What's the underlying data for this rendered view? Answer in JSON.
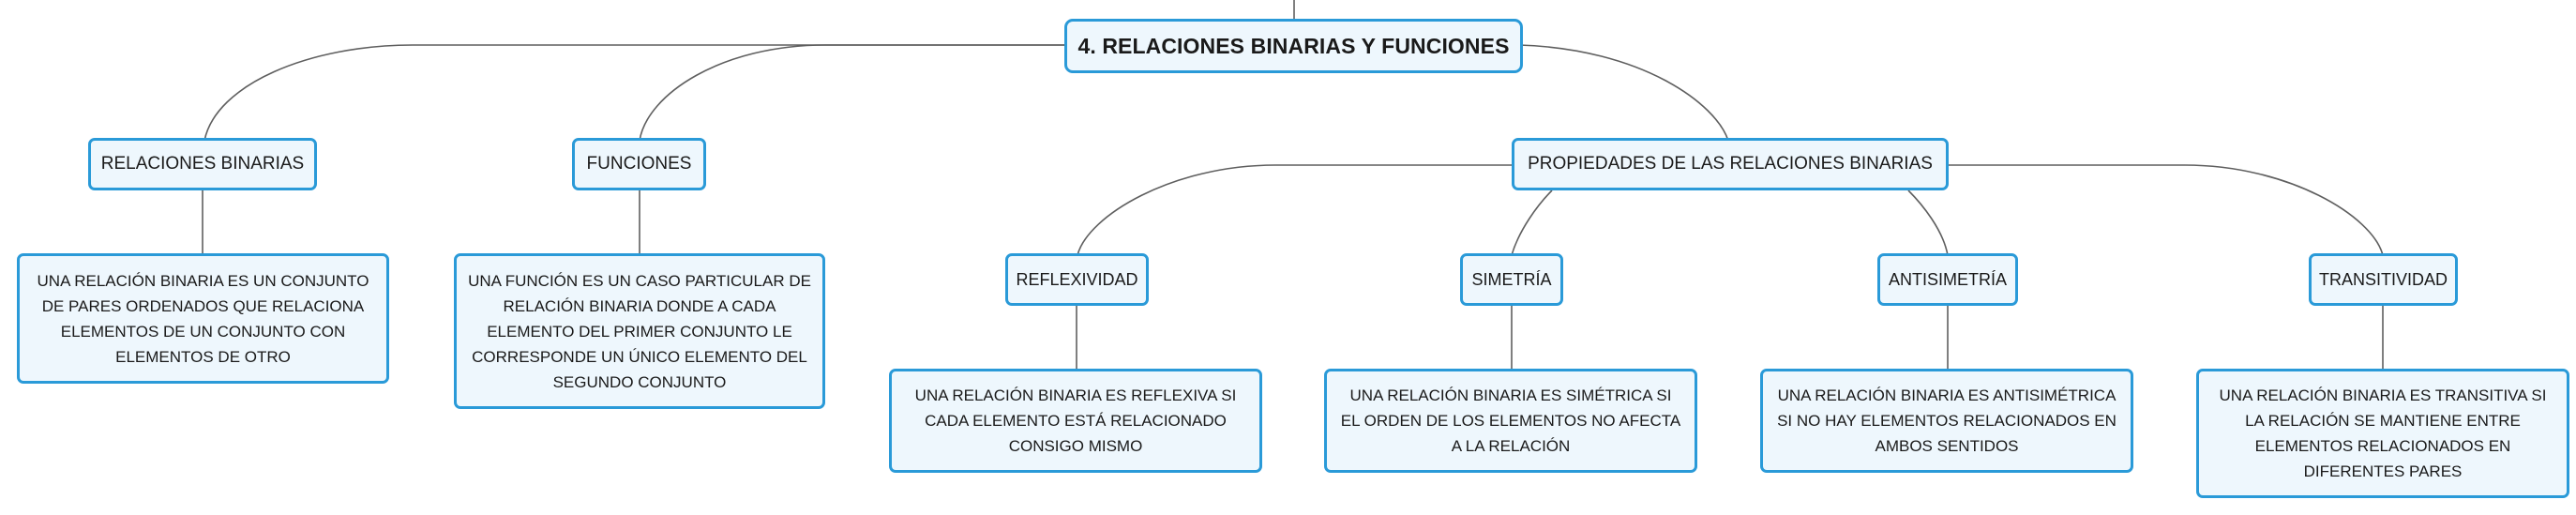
{
  "root": {
    "label": "4. RELACIONES BINARIAS Y FUNCIONES"
  },
  "topics": {
    "relaciones": {
      "label": "RELACIONES BINARIAS",
      "description": "UNA RELACIÓN BINARIA ES UN CONJUNTO DE PARES ORDENADOS QUE RELACIONA ELEMENTOS DE UN CONJUNTO CON ELEMENTOS DE OTRO"
    },
    "funciones": {
      "label": "FUNCIONES",
      "description": "UNA FUNCIÓN ES UN CASO PARTICULAR DE RELACIÓN BINARIA DONDE A CADA ELEMENTO DEL PRIMER CONJUNTO LE CORRESPONDE UN ÚNICO ELEMENTO DEL SEGUNDO CONJUNTO"
    },
    "propiedades": {
      "label": "PROPIEDADES DE LAS RELACIONES BINARIAS",
      "children": [
        {
          "label": "REFLEXIVIDAD",
          "description": "UNA RELACIÓN BINARIA ES REFLEXIVA SI CADA ELEMENTO ESTÁ RELACIONADO CONSIGO MISMO"
        },
        {
          "label": "SIMETRÍA",
          "description": "UNA RELACIÓN BINARIA ES SIMÉTRICA SI EL ORDEN DE LOS ELEMENTOS NO AFECTA A LA RELACIÓN"
        },
        {
          "label": "ANTISIMETRÍA",
          "description": "UNA RELACIÓN BINARIA ES ANTISIMÉTRICA SI NO HAY ELEMENTOS RELACIONADOS EN AMBOS SENTIDOS"
        },
        {
          "label": "TRANSITIVIDAD",
          "description": "UNA RELACIÓN BINARIA ES TRANSITIVA SI LA RELACIÓN SE MANTIENE ENTRE ELEMENTOS RELACIONADOS EN DIFERENTES PARES"
        }
      ]
    }
  },
  "colors": {
    "node_border": "#2a9ad8",
    "node_fill": "#eef7fd",
    "connector": "#5f5f5f"
  }
}
